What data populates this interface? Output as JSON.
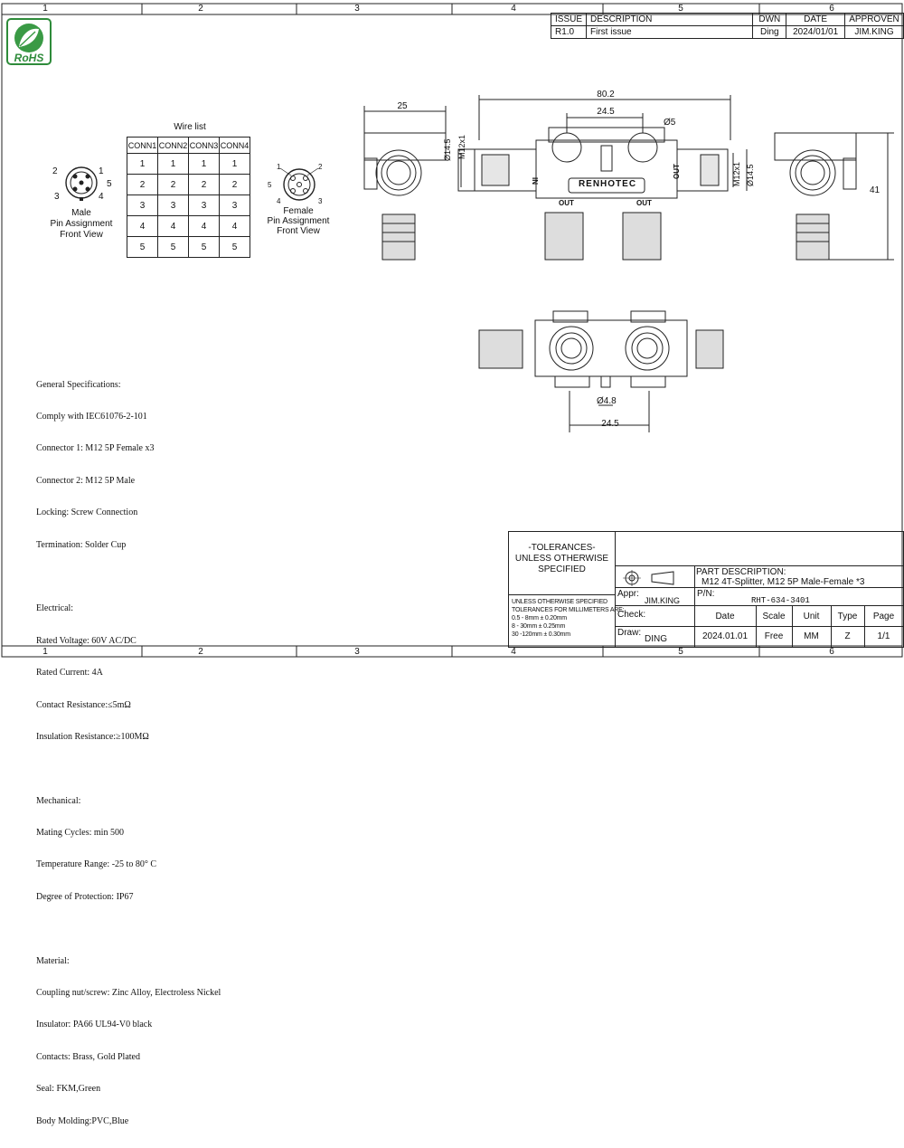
{
  "zones": [
    "1",
    "2",
    "3",
    "4",
    "5",
    "6"
  ],
  "rohs": {
    "label": "RoHS"
  },
  "revision": {
    "headers": [
      "ISSUE",
      "DESCRIPTION",
      "DWN",
      "DATE",
      "APPROVEN"
    ],
    "rows": [
      [
        "R1.0",
        "First issue",
        "Ding",
        "2024/01/01",
        "JIM.KING"
      ]
    ]
  },
  "wire_list": {
    "title": "Wire list",
    "headers": [
      "CONN1",
      "CONN2",
      "CONN3",
      "CONN4"
    ],
    "rows": [
      [
        "1",
        "1",
        "1",
        "1"
      ],
      [
        "2",
        "2",
        "2",
        "2"
      ],
      [
        "3",
        "3",
        "3",
        "3"
      ],
      [
        "4",
        "4",
        "4",
        "4"
      ],
      [
        "5",
        "5",
        "5",
        "5"
      ]
    ]
  },
  "male_pins": {
    "caption": [
      "Male",
      "Pin Assignment",
      "Front View"
    ],
    "pins": [
      "2",
      "1",
      "5",
      "3",
      "4"
    ]
  },
  "female_pins": {
    "caption": [
      "Female",
      "Pin Assignment",
      "Front View"
    ],
    "pins": [
      "1",
      "2",
      "5",
      "4",
      "3"
    ]
  },
  "dimensions": {
    "overall_length": "80.2",
    "side_width": "25",
    "spacing_top": "24.5",
    "hole": "Ø5",
    "height": "41",
    "thread": "M12x1",
    "diameter": "Ø14.5",
    "pin_dia": "Ø4.8",
    "spacing_bottom": "24.5"
  },
  "labels": {
    "in": "IN",
    "out": "OUT",
    "brand": "RENHOTEC"
  },
  "specs": [
    "General Specifications:",
    "Comply with IEC61076-2-101",
    "Connector 1: M12 5P Female x3",
    "Connector 2: M12 5P Male",
    "Locking: Screw Connection",
    "Termination: Solder Cup",
    "",
    "Electrical:",
    "Rated Voltage: 60V AC/DC",
    "Rated Current: 4A",
    "Contact Resistance:≤5mΩ",
    "Insulation Resistance:≥100MΩ",
    "",
    "Mechanical:",
    "Mating Cycles: min 500",
    "Temperature Range: -25 to 80° C",
    "Degree of Protection: IP67",
    "",
    "Material:",
    "Coupling nut/screw: Zinc Alloy, Electroless Nickel",
    "Insulator: PA66 UL94-V0 black",
    "Contacts: Brass, Gold Plated",
    "Seal: FKM,Green",
    "Body Molding:PVC,Blue"
  ],
  "title_block": {
    "tolerances_title": [
      "-TOLERANCES-",
      "UNLESS OTHERWISE",
      "SPECIFIED"
    ],
    "tolerance_lines": [
      "UNLESS OTHERWISE SPECIFIED",
      "TOLERANCES FOR MILLIMETERS ARE:",
      "0.5 - 8mm ± 0.20mm",
      "8 - 30mm ± 0.25mm",
      "30 -120mm ± 0.30mm"
    ],
    "part_description_label": "PART DESCRIPTION:",
    "part_description": "M12 4T-Splitter, M12 5P Male-Female *3",
    "appr_label": "Appr:",
    "appr": "JIM.KING",
    "pn_label": "P/N:",
    "pn": "RHT-634-3401",
    "check_label": "Check:",
    "draw_label": "Draw:",
    "draw": "DING",
    "headers": [
      "Date",
      "Scale",
      "Unit",
      "Type",
      "Page"
    ],
    "values": [
      "2024.01.01",
      "Free",
      "MM",
      "Z",
      "1/1"
    ]
  }
}
